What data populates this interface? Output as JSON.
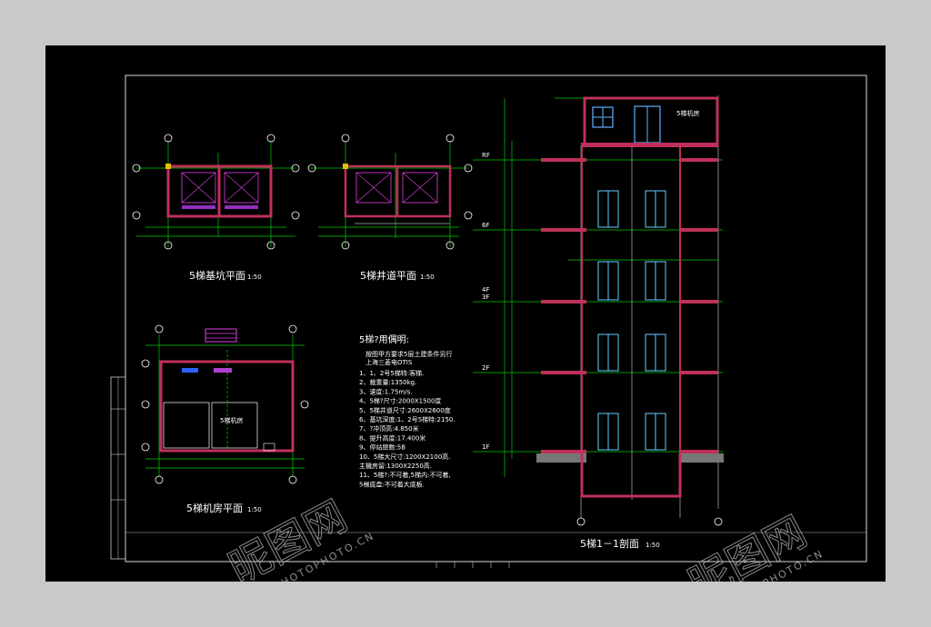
{
  "drawings": {
    "pit_plan": {
      "title": "5梯基坑平面",
      "scale": "1:50"
    },
    "shaft_plan": {
      "title": "5梯井道平面",
      "scale": "1:50"
    },
    "machine_room_plan": {
      "title": "5梯机房平面",
      "scale": "1:50",
      "room_label": "5梯机房"
    },
    "section": {
      "title": "5梯1－1剖面",
      "scale": "1:50",
      "roof_room_label": "5梯机房"
    }
  },
  "notes": {
    "title": "5梯?用偶明:",
    "intro": [
      "按图甲方要求5层土建条件另行",
      "上海三菱电OTIS"
    ],
    "items": [
      "1、1、2号5梯特:客梯.",
      "2、裁重量:1350kg.",
      "3、速度:1.75m/s.",
      "4、5梯?尺寸:2000X1500度",
      "5、5梯井道尺寸:2600X2600度",
      "6、基坑深度:1、2号5梯特:2150.",
      "7、?冲顶高:4.850米",
      "8、提升高度:17.400米",
      "9、停站层数:5B",
      "10、5梯大尺寸:1200X2100高.",
      "  主機房留:1300X2250高.",
      "11、5梯?:不可着,5梯内:不可着,",
      "  5梯底盘:不可着大底板."
    ]
  },
  "floor_labels": [
    "RF",
    "6F",
    "4F",
    "3F",
    "2F",
    "1F"
  ],
  "watermark": {
    "text": "昵图网",
    "sub": "PHOTOPHOTO.CN"
  }
}
